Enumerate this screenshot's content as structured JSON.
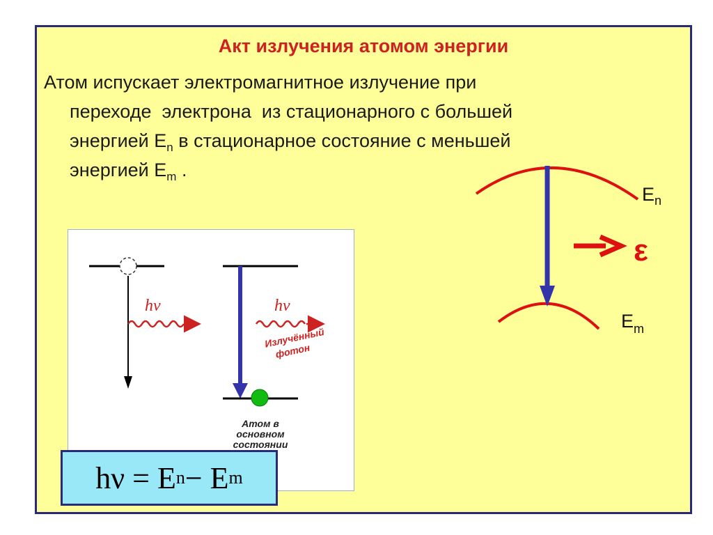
{
  "title": "Акт излучения атомом энергии",
  "body": {
    "line1": "Атом испускает электромагнитное излучение при",
    "line2": "переходе  электрона  из стационарного с большей",
    "line3_a": "энергией E",
    "line3_sub": "n",
    "line3_b": " в стационарное состояние с меньшей",
    "line4_a": "энергией E",
    "line4_sub": "m",
    "line4_b": " ."
  },
  "figure": {
    "photon_label_1": "hν",
    "photon_label_2": "hν",
    "emitted_label_1": "Излучённый",
    "emitted_label_2": "фотон",
    "ground_label_1": "Атом в",
    "ground_label_2": "основном",
    "ground_label_3": "состоянии"
  },
  "formula": {
    "lhs": "hν = E",
    "n": "n",
    "mid": " − E",
    "m": "m"
  },
  "levels": {
    "upper_main": "E",
    "upper_sub": "n",
    "lower_main": "E",
    "lower_sub": "m",
    "energy_symbol": "ε"
  },
  "colors": {
    "slide_bg": "#ffff99",
    "title": "#cc2222",
    "arrow_blue": "#3333aa",
    "level_red": "#dd1111",
    "electron_green": "#11bb11",
    "formula_bg": "#99e8f8"
  }
}
